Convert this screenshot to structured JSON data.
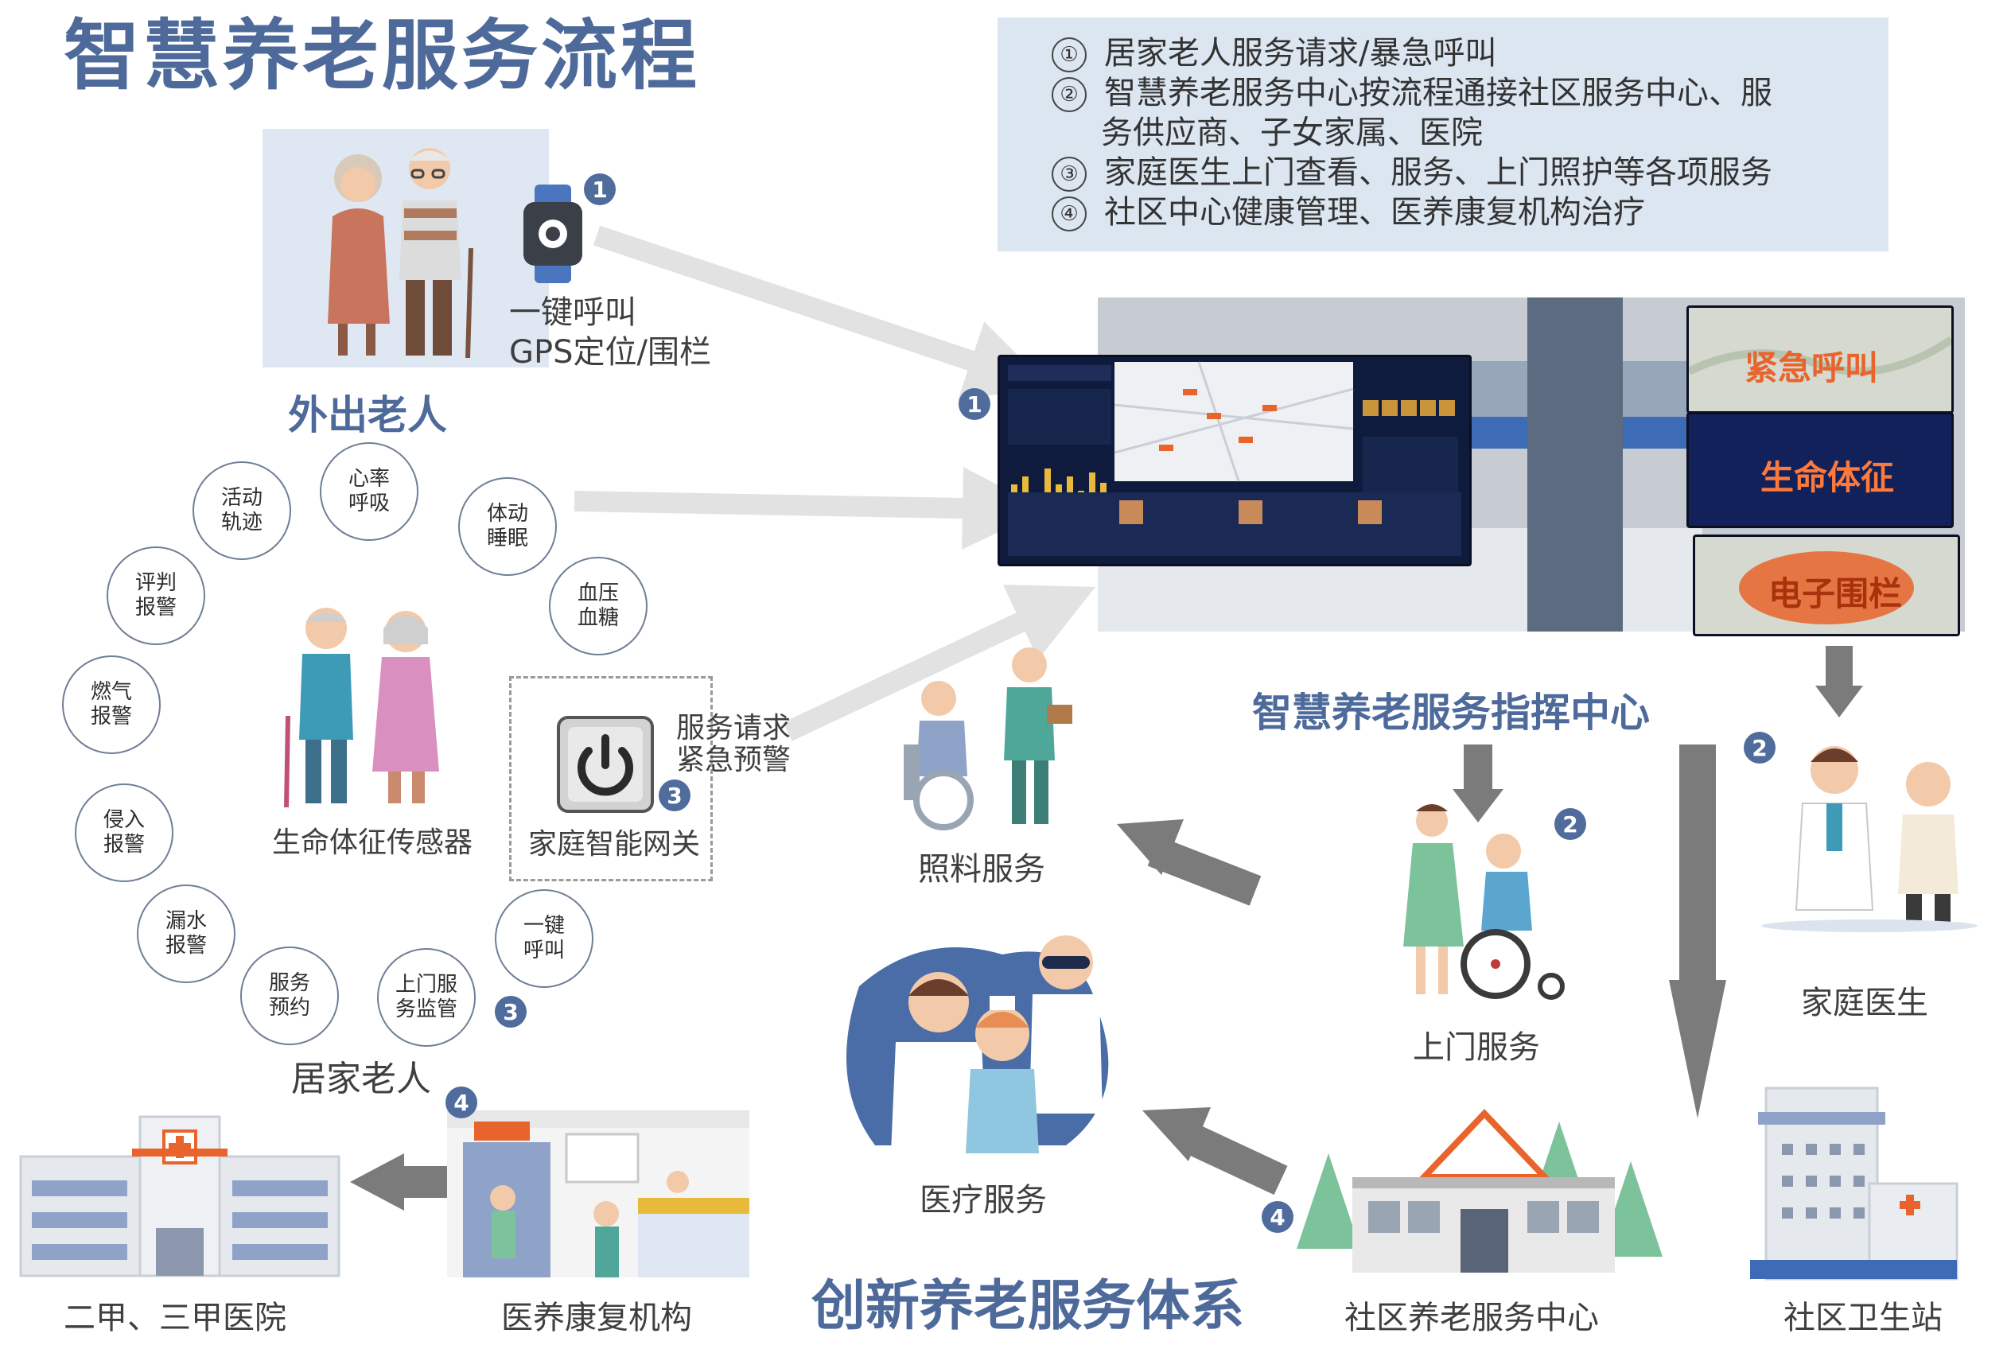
{
  "title": "智慧养老服务流程",
  "legend": [
    {
      "marker": "①",
      "text": "居家老人服务请求/暴急呼叫"
    },
    {
      "marker": "②",
      "text": "智慧养老服务中心按流程通接社区服务中心、服"
    },
    {
      "marker": "",
      "text": "务供应商、子女家属、医院"
    },
    {
      "marker": "③",
      "text": "家庭医生上门查看、服务、上门照护等各项服务"
    },
    {
      "marker": "④",
      "text": "社区中心健康管理、医养康复机构治疗"
    }
  ],
  "outing": {
    "label": "外出老人",
    "device_line1": "一键呼叫",
    "device_line2": "GPS定位/围栏",
    "badge": "1"
  },
  "home": {
    "label": "居家老人",
    "sensor_label": "生命体征传感器",
    "gateway_label": "家庭智能网关",
    "gateway_badge": "3",
    "service_line1": "服务请求",
    "service_line2": "紧急预警",
    "circles": [
      {
        "l1": "活动",
        "l2": "轨迹"
      },
      {
        "l1": "心率",
        "l2": "呼吸"
      },
      {
        "l1": "体动",
        "l2": "睡眠"
      },
      {
        "l1": "评判",
        "l2": "报警"
      },
      {
        "l1": "血压",
        "l2": "血糖"
      },
      {
        "l1": "燃气",
        "l2": "报警"
      },
      {
        "l1": "侵入",
        "l2": "报警"
      },
      {
        "l1": "漏水",
        "l2": "报警"
      },
      {
        "l1": "一键",
        "l2": "呼叫"
      },
      {
        "l1": "服务",
        "l2": "预约"
      },
      {
        "l1": "上门服",
        "l2": "务监管"
      }
    ],
    "circle_badge": "3"
  },
  "center": {
    "label": "智慧养老服务指挥中心",
    "badge": "1",
    "panels": [
      "紧急呼叫",
      "生命体征",
      "电子围栏"
    ]
  },
  "services": {
    "care": "照料服务",
    "medical": "医疗服务",
    "visit": "上门服务",
    "visit_badge": "2",
    "doctor": "家庭医生",
    "doctor_badge": "2",
    "community_center": "社区养老服务中心",
    "community_badge": "4",
    "clinic": "社区卫生站",
    "rehab": "医养康复机构",
    "rehab_badge": "4",
    "hospital": "二甲、三甲医院"
  },
  "system_label": "创新养老服务体系",
  "colors": {
    "heading": "#4e6a9a",
    "badge": "#4f6c9c",
    "legend_bg": "#dce6f1",
    "arrow_light": "#e4e4e4",
    "arrow_dark": "#7b7b7b",
    "accent_orange": "#e8642c"
  }
}
